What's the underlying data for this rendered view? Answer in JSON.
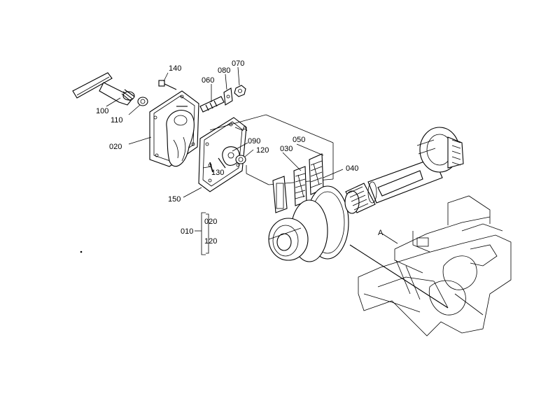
{
  "diagram": {
    "labels": {
      "p100": "100",
      "p110": "110",
      "p140": "140",
      "p020": "020",
      "p060": "060",
      "p080": "080",
      "p070": "070",
      "refA1": "A",
      "p090": "090",
      "p120": "120",
      "p130": "130",
      "p150": "150",
      "p050": "050",
      "p030": "030",
      "p040": "040",
      "refA2": "A"
    },
    "assembly": {
      "parent": "010",
      "child1": "020",
      "child2": "120"
    }
  }
}
